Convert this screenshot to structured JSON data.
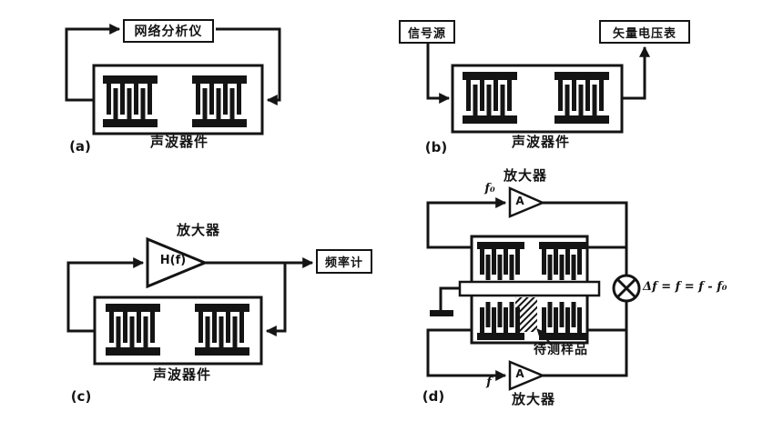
{
  "figure": {
    "colors": {
      "ink": "#141414",
      "paper": "#ffffff"
    },
    "panels": {
      "a": {
        "tag": "(a)",
        "analyzer_box": "网络分析仪",
        "device_label": "声波器件"
      },
      "b": {
        "tag": "(b)",
        "source_box": "信号源",
        "voltmeter_box": "矢量电压表",
        "device_label": "声波器件"
      },
      "c": {
        "tag": "(c)",
        "amplifier_label": "放大器",
        "amplifier_gain": "H(f)",
        "counter_box": "频率计",
        "device_label": "声波器件"
      },
      "d": {
        "tag": "(d)",
        "amplifier_top_label": "放大器",
        "amplifier_top_symbol": "A",
        "reference_frequency": "f₀",
        "measured_frequency": "f",
        "amplifier_bottom_symbol": "A",
        "amplifier_bottom_label": "放大器",
        "sample_label": "待测样品",
        "mixer_formula": "Δf = f = f - f₀"
      }
    }
  }
}
